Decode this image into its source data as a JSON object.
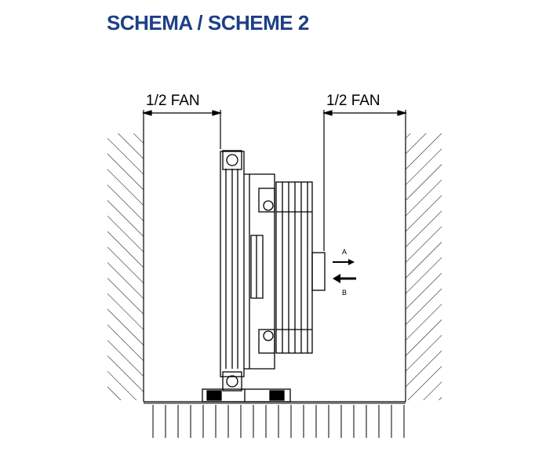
{
  "title": "SCHEMA / SCHEME 2",
  "dimensions": {
    "left_label": "1/2 FAN",
    "right_label": "1/2 FAN"
  },
  "airflow": {
    "label_a": "A",
    "label_b": "B"
  },
  "colors": {
    "title": "#1f3f86",
    "line": "#000000"
  }
}
